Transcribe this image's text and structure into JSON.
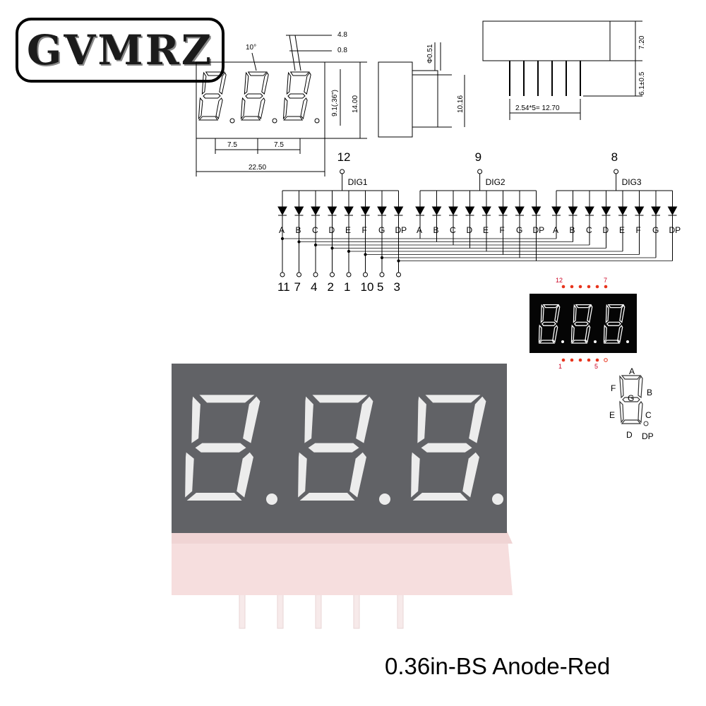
{
  "brand": {
    "logo": "GVMRZ"
  },
  "caption": "0.36in-BS Anode-Red",
  "front_view": {
    "angle": "10°",
    "dims": {
      "top_a": "4.8",
      "top_b": "0.8",
      "digit_height": "9.1(.36\")",
      "height": "14.00",
      "pitch_1": "7.5",
      "pitch_2": "7.5",
      "width": "22.50"
    }
  },
  "side_view": {
    "pin_dia": "Φ0.51",
    "body": "10.16"
  },
  "bottom_view": {
    "thickness": "7.20",
    "pin_len": "6.1±0.5",
    "pin_pitch": "2.54*5= 12.70"
  },
  "schematic": {
    "digits": [
      {
        "label": "DIG1",
        "pin": "12"
      },
      {
        "label": "DIG2",
        "pin": "9"
      },
      {
        "label": "DIG3",
        "pin": "8"
      }
    ],
    "segments": [
      "A",
      "B",
      "C",
      "D",
      "E",
      "F",
      "G",
      "DP"
    ],
    "segment_pins": [
      "11",
      "7",
      "4",
      "2",
      "1",
      "10",
      "5",
      "3"
    ]
  },
  "mini_display": {
    "pin_top_left": "12",
    "pin_top_right": "7",
    "pin_bottom_left": "1",
    "pin_bottom_right": "5"
  },
  "segment_legend": {
    "a": "A",
    "b": "B",
    "c": "C",
    "d": "D",
    "e": "E",
    "f": "F",
    "g": "G",
    "dp": "DP"
  },
  "colors": {
    "display_face": "#5f6064",
    "segment_off": "#e9e9e9",
    "housing": "#f3dede",
    "led_red": "#e8341c",
    "logo_border": "#000000"
  }
}
